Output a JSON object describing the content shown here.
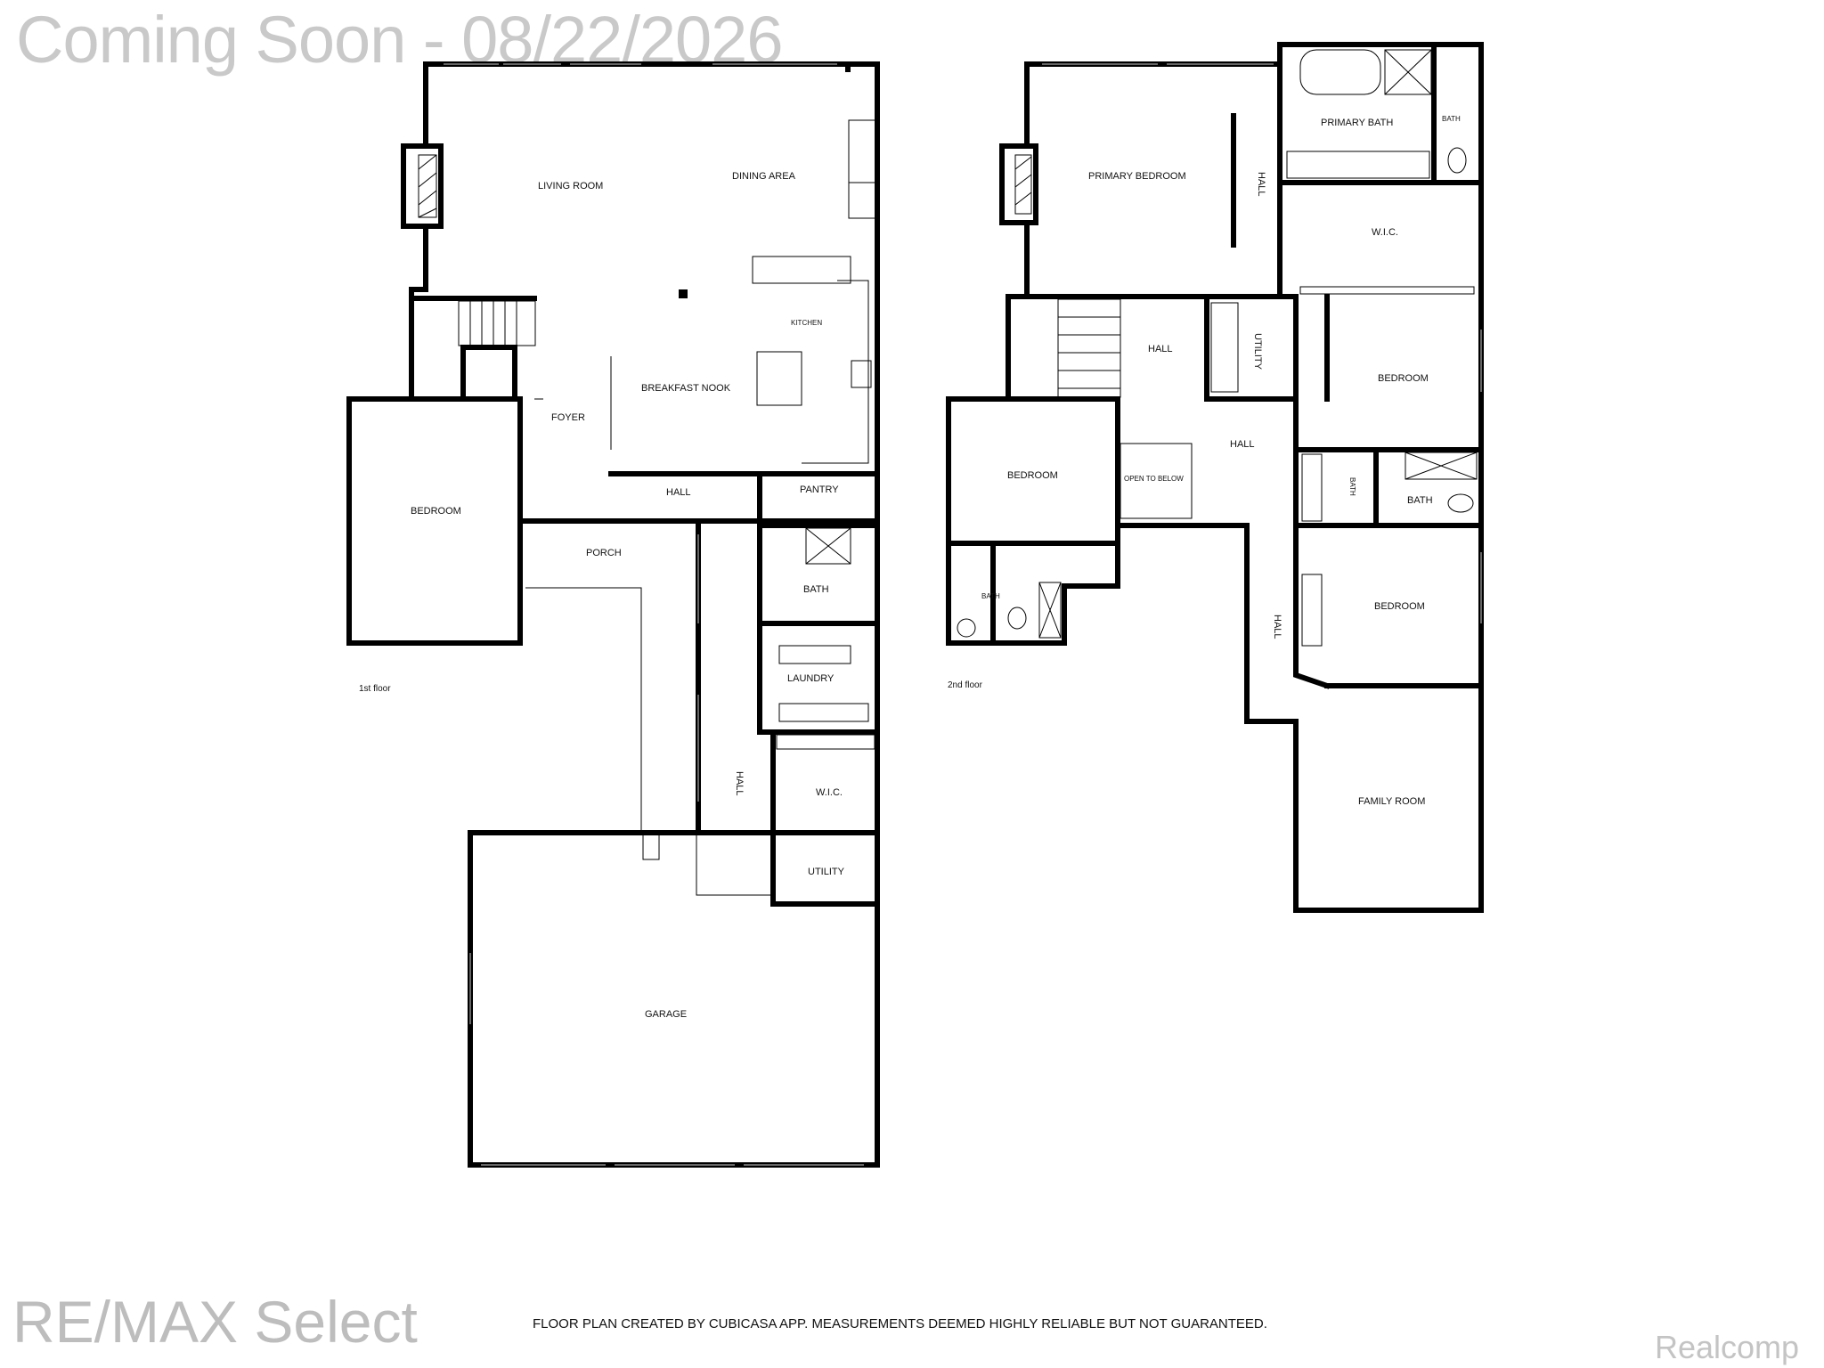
{
  "watermark": {
    "status": "Coming Soon - 08/22/2026",
    "brand": "RE/MAX Select",
    "source": "Realcomp"
  },
  "disclaimer": "FLOOR PLAN CREATED BY CUBICASA APP. MEASUREMENTS DEEMED HIGHLY RELIABLE BUT NOT GUARANTEED.",
  "first_floor": {
    "label": "1st floor",
    "rooms": {
      "living_room": "LIVING ROOM",
      "dining_area": "DINING AREA",
      "kitchen": "KITCHEN",
      "breakfast_nook": "BREAKFAST NOOK",
      "foyer": "FOYER",
      "bedroom": "BEDROOM",
      "hall": "HALL",
      "pantry": "PANTRY",
      "porch": "PORCH",
      "bath": "BATH",
      "laundry": "LAUNDRY",
      "hall_2": "HALL",
      "wic": "W.I.C.",
      "utility": "UTILITY",
      "garage": "GARAGE"
    }
  },
  "second_floor": {
    "label": "2nd floor",
    "rooms": {
      "primary_bedroom": "PRIMARY BEDROOM",
      "primary_bath": "PRIMARY BATH",
      "bath_small": "BATH",
      "hall_top": "HALL",
      "wic": "W.I.C.",
      "hall_stairs": "HALL",
      "utility": "UTILITY",
      "bedroom_east_1": "BEDROOM",
      "bedroom_west": "BEDROOM",
      "open_to_below": "OPEN TO BELOW",
      "hall_center": "HALL",
      "bath_mid_vertical": "BATH",
      "bath_mid": "BATH",
      "bath_west": "BATH",
      "bedroom_east_2": "BEDROOM",
      "hall_vertical": "HALL",
      "family_room": "FAMILY ROOM"
    }
  }
}
